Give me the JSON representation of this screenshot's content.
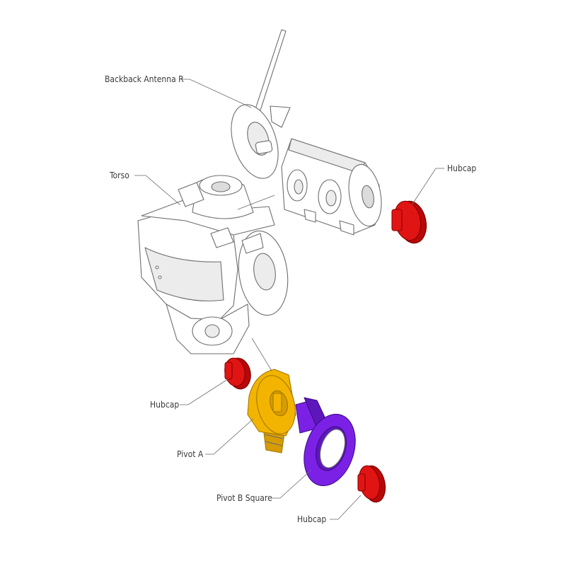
{
  "labels": {
    "antenna": "Backback Antenna R",
    "torso": "Torso",
    "hubcap_right": "Hubcap",
    "hubcap_left": "Hubcap",
    "pivot_a": "Pivot A",
    "pivot_b": "Pivot B Square",
    "hubcap_bottom": "Hubcap"
  },
  "colors": {
    "hubcap": "#e11414",
    "pivot_a": "#f3b400",
    "pivot_b": "#7b21e6",
    "body": "#ffffff",
    "outline": "#6e6e6e"
  }
}
